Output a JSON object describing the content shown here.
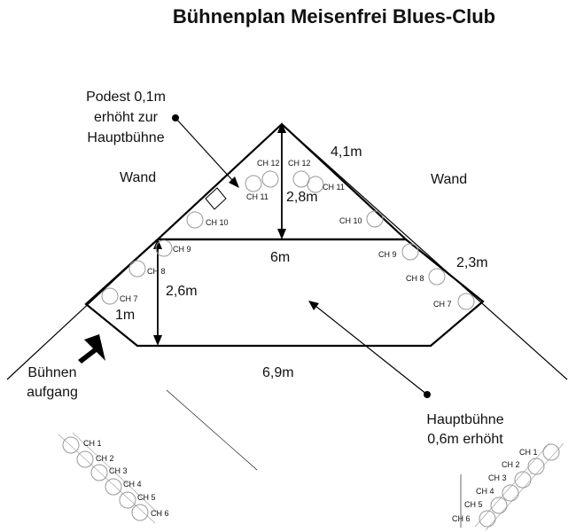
{
  "title": "Bühnenplan Meisenfrei Blues-Club",
  "podest_lines": [
    "Podest 0,1m",
    "erhöht zur",
    "Hauptbühne"
  ],
  "wall_left": "Wand",
  "wall_right": "Wand",
  "entrance_lines": [
    "Bühnen",
    "aufgang"
  ],
  "main_stage_lines": [
    "Hauptbühne",
    "0,6m erhöht"
  ],
  "dimensions": {
    "top_edge": "4,1m",
    "podest_height": "2,8m",
    "podest_width": "6m",
    "right_slant": "2,3m",
    "main_depth": "2,6m",
    "left_slant": "1m",
    "front_width": "6,9m"
  },
  "channels": {
    "ch12a": "CH 12",
    "ch12b": "CH 12",
    "ch11a": "CH 11",
    "ch11b": "CH 11",
    "ch10a": "CH 10",
    "ch10b": "CH 10",
    "ch9a": "CH 9",
    "ch9b": "CH 9",
    "ch8a": "CH 8",
    "ch8b": "CH 8",
    "ch7a": "CH 7",
    "ch7b": "CH 7",
    "left_group": [
      "CH 1",
      "CH 2",
      "CH 3",
      "CH 4",
      "CH 5",
      "CH 6"
    ],
    "right_group": [
      "CH 1",
      "CH 2",
      "CH 3",
      "CH 4",
      "CH 5",
      "CH 6"
    ]
  }
}
